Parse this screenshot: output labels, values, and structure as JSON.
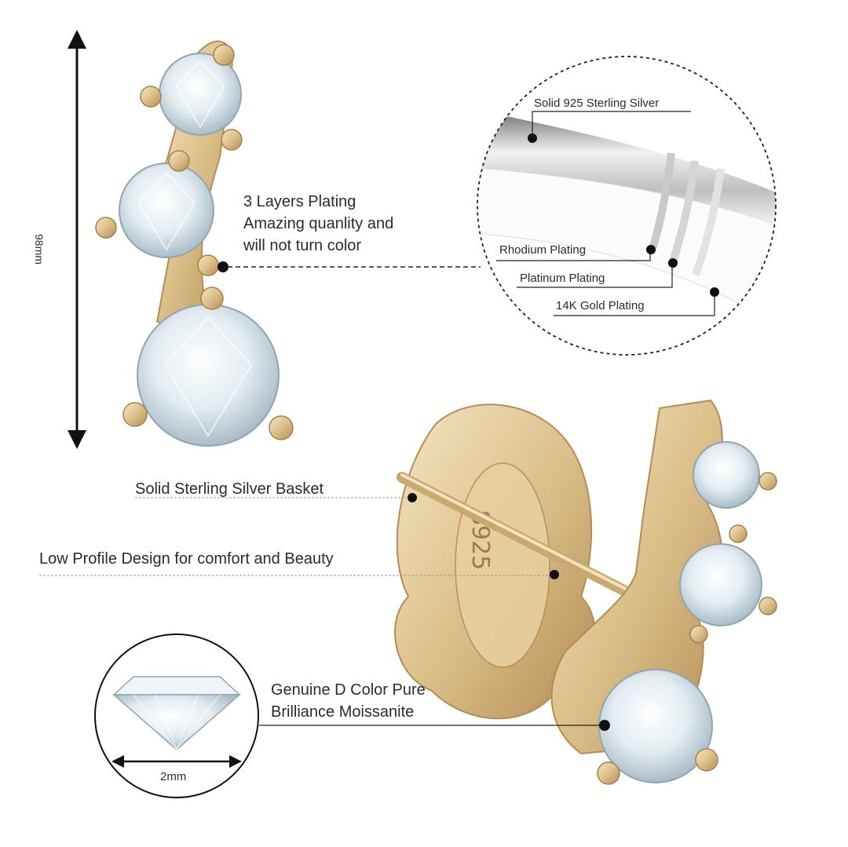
{
  "dimension": {
    "height_label": "98mm"
  },
  "callouts": {
    "plating": {
      "line1": "3 Layers Plating",
      "line2": "Amazing quanlity and",
      "line3": "will not turn color"
    },
    "basket": "Solid Sterling Silver Basket",
    "profile": "Low Profile Design for comfort and Beauty",
    "moissanite": {
      "line1": "Genuine D Color Pure",
      "line2": "Brilliance Moissanite"
    }
  },
  "layers": {
    "silver": "Solid 925 Sterling Silver",
    "rhodium": "Rhodium Plating",
    "platinum": "Platinum Plating",
    "gold": "14K Gold Plating"
  },
  "stone": {
    "size_label": "2mm"
  },
  "stamp": "S925",
  "colors": {
    "gold": "#dcc08a",
    "gold_dark": "#b8935a",
    "gold_light": "#f4e3bd",
    "gem": "#dde8ee",
    "gem_dark": "#9fb6c2",
    "line": "#1a1a1a"
  }
}
